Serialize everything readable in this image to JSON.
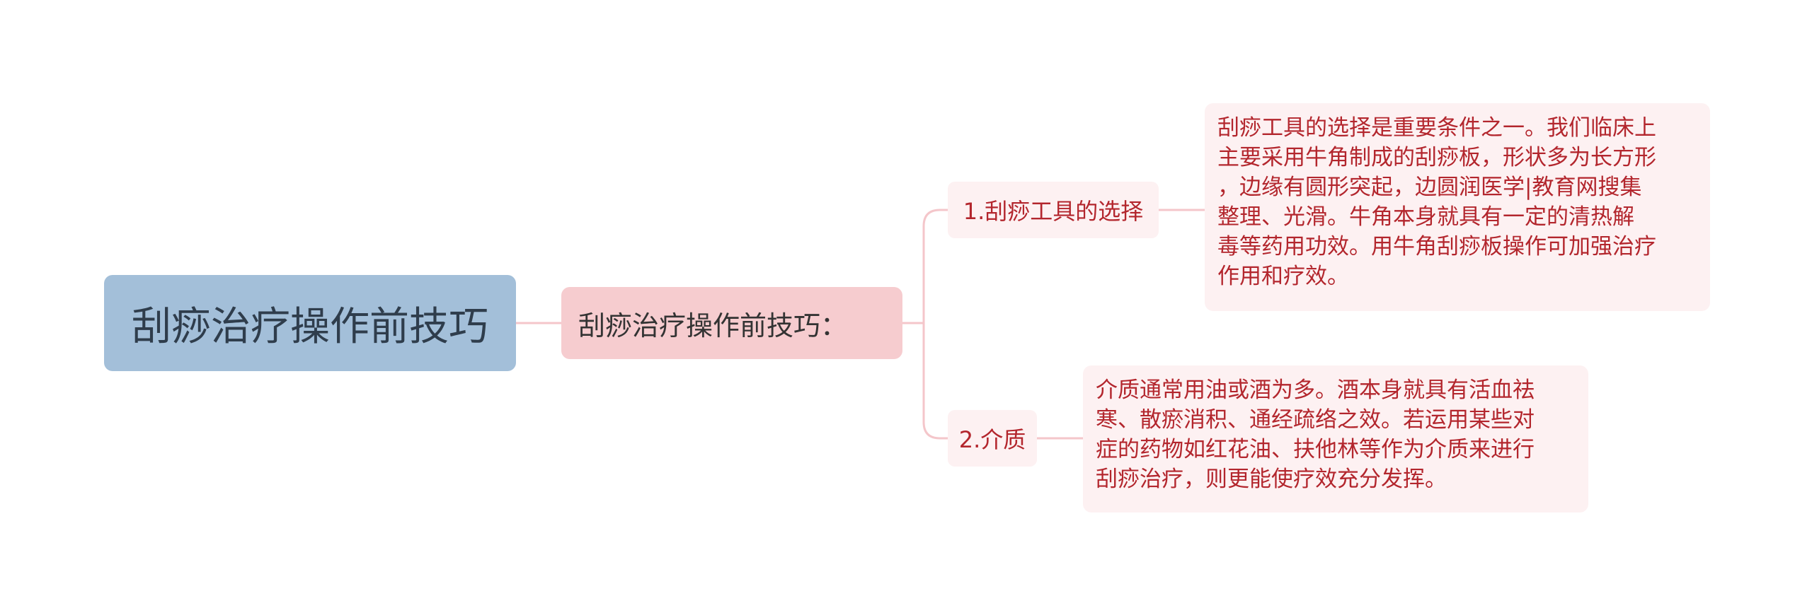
{
  "mindmap": {
    "root": {
      "label": "刮痧治疗操作前技巧"
    },
    "subtopic": {
      "label": "刮痧治疗操作前技巧："
    },
    "branches": [
      {
        "label": "1.刮痧工具的选择",
        "detail": "刮痧工具的选择是重要条件之一。我们临床上\n主要采用牛角制成的刮痧板，形状多为长方形\n，边缘有圆形突起，边圆润医学|教育网搜集\n整理、光滑。牛角本身就具有一定的清热解\n毒等药用功效。用牛角刮痧板操作可加强治疗\n作用和疗效。"
      },
      {
        "label": "2.介质",
        "detail": "介质通常用油或酒为多。酒本身就具有活血祛\n寒、散瘀消积、通经疏络之效。若运用某些对\n症的药物如红花油、扶他林等作为介质来进行\n刮痧治疗，则更能使疗效充分发挥。"
      }
    ]
  },
  "colors": {
    "root_fill": "#a3bfd9",
    "subtopic_fill": "#f6cccf",
    "branch_fill": "#fdf1f2",
    "branch_text": "#b3262d",
    "connector": "#f4c6ca"
  }
}
